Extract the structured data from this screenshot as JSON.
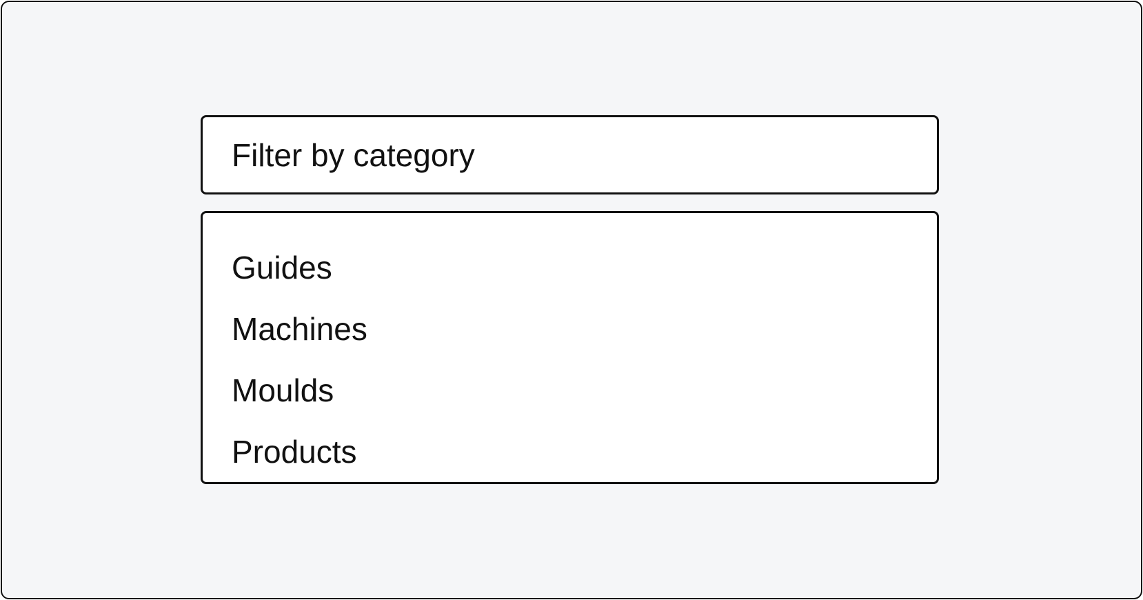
{
  "filter": {
    "label": "Filter by category"
  },
  "options": [
    {
      "label": "Guides"
    },
    {
      "label": "Machines"
    },
    {
      "label": "Moulds"
    },
    {
      "label": "Products"
    }
  ],
  "colors": {
    "background": "#f5f6f8",
    "surface": "#ffffff",
    "border": "#111111",
    "text": "#111111"
  }
}
